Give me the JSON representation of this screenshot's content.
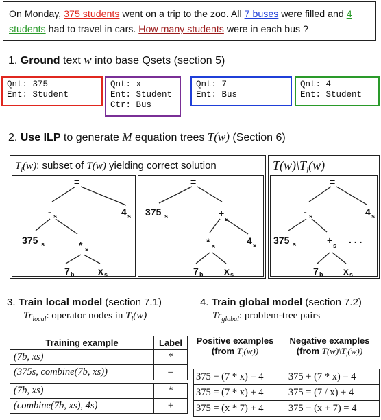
{
  "problem": {
    "p1": "On Monday, ",
    "h1": "375 students",
    "p2": " went on a trip to the zoo. All ",
    "h2": "7 buses",
    "p3": " were filled and ",
    "h3": "4 students",
    "p4": " had to travel in cars.  ",
    "h4": "How many students",
    "p5": " were in each bus ?",
    "colors": {
      "h1": "#e0271f",
      "h2": "#1f3fd8",
      "h3": "#2a9a2a",
      "h4": "#9c1d1d"
    }
  },
  "step1": {
    "num": "1. ",
    "bold": "Ground",
    "mid": " text ",
    "var": "w",
    "rest": " into base Qsets (section 5)"
  },
  "qsets": [
    {
      "lines": [
        "Qnt: 375",
        "Ent: Student"
      ],
      "color": "#e0271f"
    },
    {
      "lines": [
        "Qnt: x",
        "Ent: Student",
        "Ctr: Bus"
      ],
      "color": "#7a2f96"
    },
    {
      "lines": [
        "Qnt: 7",
        "Ent: Bus"
      ],
      "color": "#1f3fd8"
    },
    {
      "lines": [
        "Qnt: 4",
        "Ent: Student"
      ],
      "color": "#2a9a2a"
    }
  ],
  "step2": {
    "num": "2. ",
    "bold": "Use ILP",
    "mid": " to generate ",
    "var": "M",
    "rest": " equation trees ",
    "var2": "T(w)",
    "rest2": " (Section 6)"
  },
  "tree_captions": {
    "left_var": "T",
    "left_sub": "l",
    "left_arg": "(w)",
    "left_text": ": subset of ",
    "left_var2": "T(w)",
    "left_text2": " yielding correct solution",
    "right": "T(w)\\T",
    "right_sub": "l",
    "right_arg": "(w)"
  },
  "trees": {
    "t1": {
      "root": "=",
      "minus": "-",
      "minus_sub": "s",
      "four": "4",
      "four_sub": "s",
      "n375": "375",
      "n375_sub": "s",
      "star": "*",
      "star_sub": "s",
      "seven": "7",
      "seven_sub": "b",
      "x": "x",
      "x_sub": "s"
    },
    "t2": {
      "root": "=",
      "n375": "375",
      "n375_sub": "s",
      "plus": "+",
      "plus_sub": "s",
      "star": "*",
      "star_sub": "s",
      "four": "4",
      "four_sub": "s",
      "seven": "7",
      "seven_sub": "b",
      "x": "x",
      "x_sub": "s"
    },
    "t3": {
      "root": "=",
      "minus": "-",
      "minus_sub": "s",
      "four": "4",
      "four_sub": "s",
      "n375": "375",
      "n375_sub": "s",
      "plus": "+",
      "plus_sub": "s",
      "dots": ". . .",
      "seven": "7",
      "seven_sub": "b",
      "x": "x",
      "x_sub": "s"
    }
  },
  "step3": {
    "num": "3. ",
    "bold": "Train local model",
    "rest": " (section 7.1)",
    "sub_var": "Tr",
    "sub_sub": "local",
    "sub_text": ": operator nodes in ",
    "sub_var2": "T",
    "sub_sub2": "l",
    "sub_arg": "(w)"
  },
  "step4": {
    "num": "4. ",
    "bold": "Train global model",
    "rest": " (section 7.2)",
    "sub_var": "Tr",
    "sub_sub": "global",
    "sub_text": ": problem-tree pairs"
  },
  "training_table": {
    "headers": [
      "Training example",
      "Label"
    ],
    "rows": [
      {
        "example": "(7b, xs)",
        "label": "*"
      },
      {
        "example": "(375s, combine(7b, xs))",
        "label": "–"
      },
      {
        "example": "(7b, xs)",
        "label": "*"
      },
      {
        "example": "(combine(7b, xs), 4s)",
        "label": "+"
      }
    ]
  },
  "pairs_table": {
    "pos_head": "Positive examples",
    "pos_sub": "(from ",
    "pos_var": "T",
    "pos_subsc": "l",
    "pos_arg": "(w))",
    "neg_head": "Negative examples",
    "neg_sub": "(from ",
    "neg_var": "T(w)\\T",
    "neg_subsc": "l",
    "neg_arg": "(w))",
    "rows": [
      [
        "375 − (7 * x) = 4",
        "375 + (7 * x) = 4"
      ],
      [
        "375 = (7 * x) + 4",
        "375 = (7 / x) + 4"
      ],
      [
        "375 = (x * 7) + 4",
        "375 − (x + 7) = 4"
      ]
    ]
  }
}
